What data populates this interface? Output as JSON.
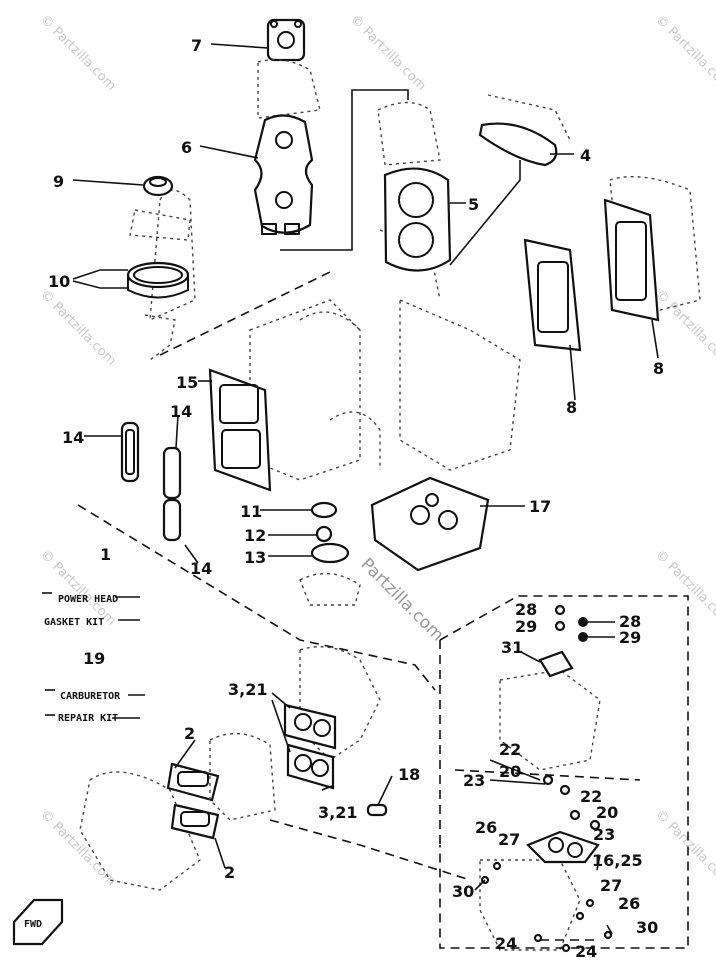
{
  "watermark": {
    "text": "© Partzilla.com",
    "center_text": "Partzilla.com"
  },
  "callouts": {
    "c7": "7",
    "c6": "6",
    "c9": "9",
    "c10": "10",
    "c4": "4",
    "c5": "5",
    "c8a": "8",
    "c8b": "8",
    "c15": "15",
    "c14a": "14",
    "c14b": "14",
    "c14c": "14",
    "c11": "11",
    "c12": "12",
    "c13": "13",
    "c17": "17",
    "c1": "1",
    "c19": "19",
    "c3_21a": "3,21",
    "c3_21b": "3,21",
    "c2a": "2",
    "c2b": "2",
    "c18": "18",
    "c28a": "28",
    "c29a": "29",
    "c28b": "28",
    "c29b": "29",
    "c31": "31",
    "c22a": "22",
    "c20a": "20",
    "c23a": "23",
    "c22b": "22",
    "c20b": "20",
    "c23b": "23",
    "c26a": "26",
    "c27a": "27",
    "c16_25": "16,25",
    "c30a": "30",
    "c27b": "27",
    "c26b": "26",
    "c30b": "30",
    "c24a": "24",
    "c24b": "24"
  },
  "kits": {
    "powerhead_line1": "POWER HEAD",
    "powerhead_line2": "GASKET KIT",
    "carburetor_line1": "CARBURETOR",
    "carburetor_line2": "REPAIR KIT"
  },
  "fwd_label": "FWD"
}
